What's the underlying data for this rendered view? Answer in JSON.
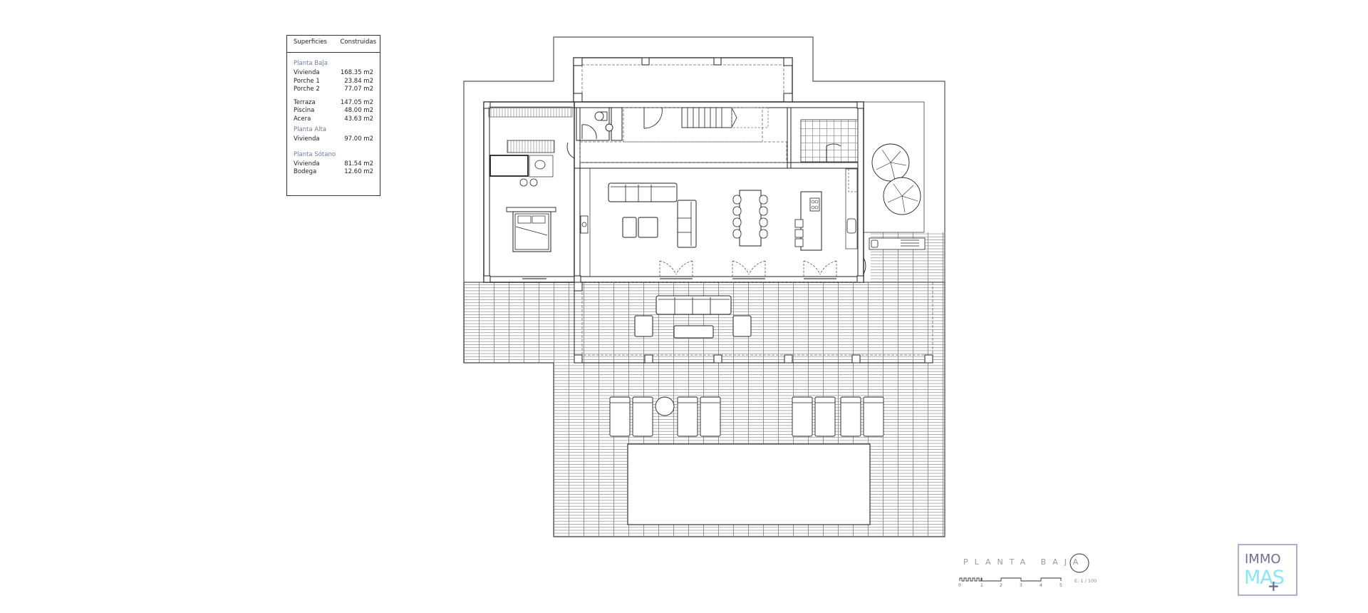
{
  "areas_table": {
    "header": {
      "left": "Superficies",
      "right": "Construidas"
    },
    "sections": [
      {
        "title": "Planta Baja",
        "groups": [
          [
            {
              "label": "Vivienda",
              "value": "168.35 m2"
            },
            {
              "label": "Porche 1",
              "value": "23.84 m2"
            },
            {
              "label": "Porche 2",
              "value": "77.07 m2"
            }
          ],
          [
            {
              "label": "Terraza",
              "value": "147.05 m2"
            },
            {
              "label": "Piscina",
              "value": "48.00 m2"
            },
            {
              "label": "Acera",
              "value": "43.63 m2"
            }
          ]
        ]
      },
      {
        "title": "Planta Alta",
        "groups": [
          [
            {
              "label": "Vivienda",
              "value": "97.00 m2"
            }
          ]
        ]
      },
      {
        "title": "Planta Sótano",
        "groups": [
          [
            {
              "label": "Vivienda",
              "value": "81.54 m2"
            },
            {
              "label": "Bodega",
              "value": "12.60 m2"
            }
          ]
        ]
      }
    ]
  },
  "drawing": {
    "title": "PLANTA BAJA",
    "scale": "E: 1 / 100",
    "scale_ticks": [
      "0",
      "1",
      "2",
      "3",
      "4",
      "5"
    ]
  },
  "logo": {
    "line1": "IMMO",
    "line2": "MAS",
    "symbol": "+"
  },
  "colors": {
    "line": "#333333",
    "deck": "#9a9a9a",
    "section_title": "#6f7d98",
    "logo_purple": "#6d6f97",
    "logo_cyan": "#8be6f2",
    "logo_border": "#aeb0d2"
  }
}
